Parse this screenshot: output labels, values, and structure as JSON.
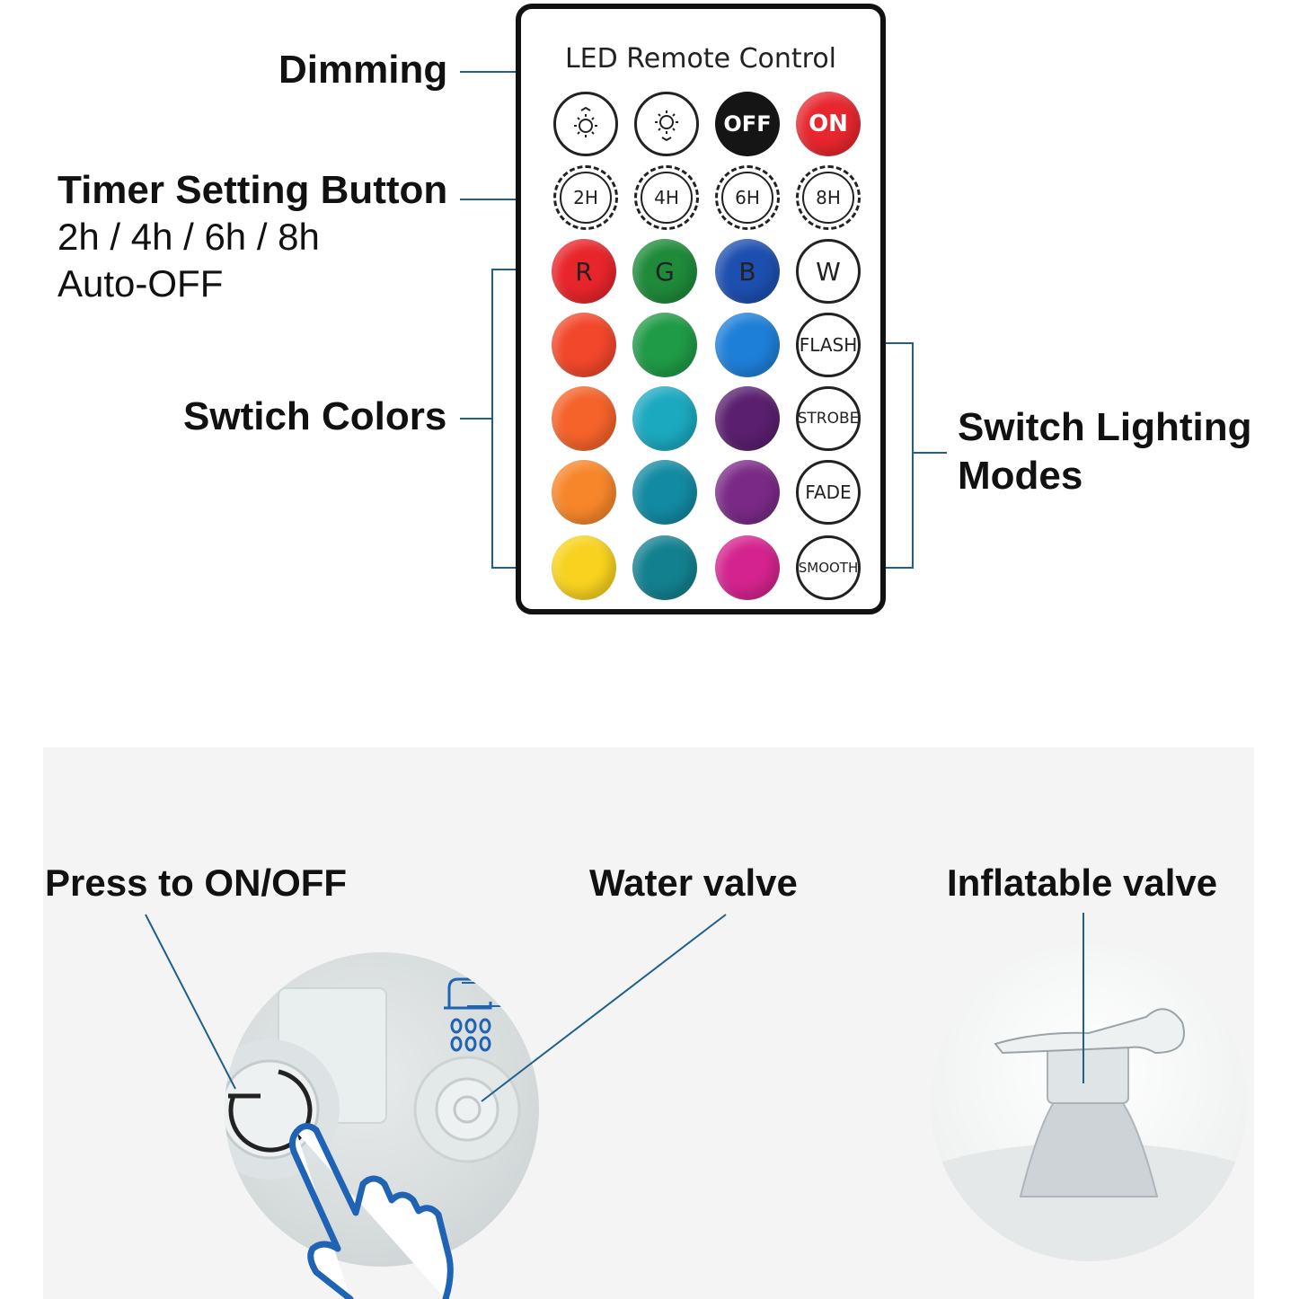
{
  "labels": {
    "dimming": "Dimming",
    "timer_title": "Timer Setting Button",
    "timer_line1": "2h / 4h / 6h / 8h",
    "timer_line2": "Auto-OFF",
    "switch_colors": "Swtich Colors",
    "lighting_line1": "Switch Lighting",
    "lighting_line2": "Modes",
    "press_onoff": "Press to ON/OFF",
    "water_valve": "Water valve",
    "inflatable_valve": "Inflatable valve"
  },
  "remote": {
    "title": "LED Remote Control",
    "row1": {
      "off": "OFF",
      "on": "ON"
    },
    "timers": [
      "2H",
      "4H",
      "6H",
      "8H"
    ],
    "rgbw": [
      "R",
      "G",
      "B",
      "W"
    ],
    "modes": [
      "FLASH",
      "STROBE",
      "FADE",
      "SMOOTH"
    ]
  },
  "colors": {
    "line": "#1f5f8b",
    "red": "#e8252b",
    "green": "#1e8a3a",
    "blue": "#1d4fb0",
    "on_red": "#e8262e",
    "hand": "#1f63b5"
  },
  "icons": [
    "brightness-up-icon",
    "brightness-down-icon",
    "power-icon",
    "shower-icon",
    "pointing-hand-icon"
  ]
}
